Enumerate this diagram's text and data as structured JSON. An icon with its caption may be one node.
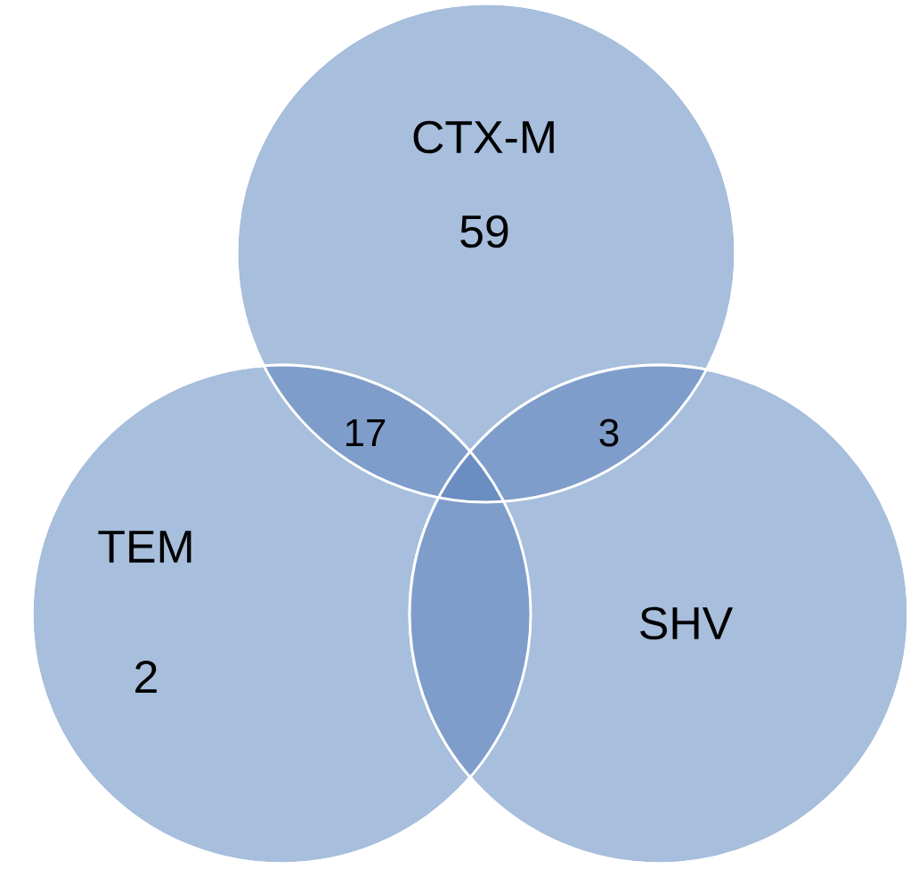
{
  "diagram": {
    "nodes": [
      {
        "text": [
          "CTX-M",
          "59"
        ]
      },
      {
        "text": [
          "TEM",
          "2"
        ]
      },
      {
        "text": [
          "SHV"
        ]
      }
    ],
    "labels": [
      "17",
      "3"
    ]
  }
}
